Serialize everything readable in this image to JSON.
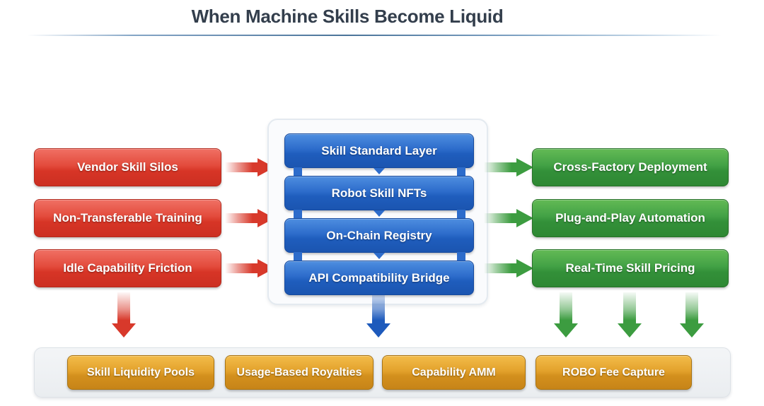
{
  "title": "When Machine Skills Become Liquid",
  "colors": {
    "title_text": "#333e4c",
    "accent_red": "#d8392b",
    "accent_blue": "#2261c0",
    "accent_green": "#3c9c40",
    "accent_gold": "#dd9a25",
    "rule_blue": "#4a7399"
  },
  "left_column": {
    "items": [
      "Vendor Skill Silos",
      "Non-Transferable Training",
      "Idle Capability Friction"
    ]
  },
  "center_stack": {
    "items": [
      "Skill Standard Layer",
      "Robot Skill NFTs",
      "On-Chain Registry",
      "API Compatibility Bridge"
    ]
  },
  "right_column": {
    "items": [
      "Cross-Factory Deployment",
      "Plug-and-Play Automation",
      "Real-Time Skill Pricing"
    ]
  },
  "bottom_row": {
    "items": [
      "Skill Liquidity Pools",
      "Usage-Based Royalties",
      "Capability AMM",
      "ROBO Fee Capture"
    ]
  }
}
